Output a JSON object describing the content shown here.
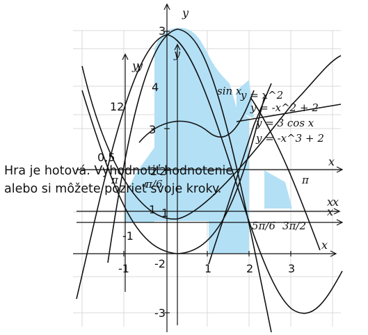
{
  "message": {
    "line1": "Hra je hotová. Vyhodnotiť hodnotenie",
    "line2": "alebo si môžete pozrieť svoje kroky."
  },
  "graphs": {
    "axis_x": "x",
    "axis_y": "y",
    "labels_y": [
      "3",
      "2",
      "1",
      "-1",
      "-2",
      "-3",
      "4",
      "3",
      "2",
      "1",
      "12",
      "0,5"
    ],
    "labels_x": [
      "-1",
      "1",
      "2",
      "3"
    ],
    "function_labels": [
      "y = x^2",
      "y = -x^2 + 2",
      "y = 3 cos x",
      "y = -x^3 + 2",
      "sin x"
    ],
    "pi_labels": [
      "π",
      "-π/6",
      "5π/6",
      "3π/2",
      "π"
    ]
  },
  "colors": {
    "fill": "#b3e0f5",
    "grid": "#d9d9d9",
    "curve": "#111111"
  }
}
